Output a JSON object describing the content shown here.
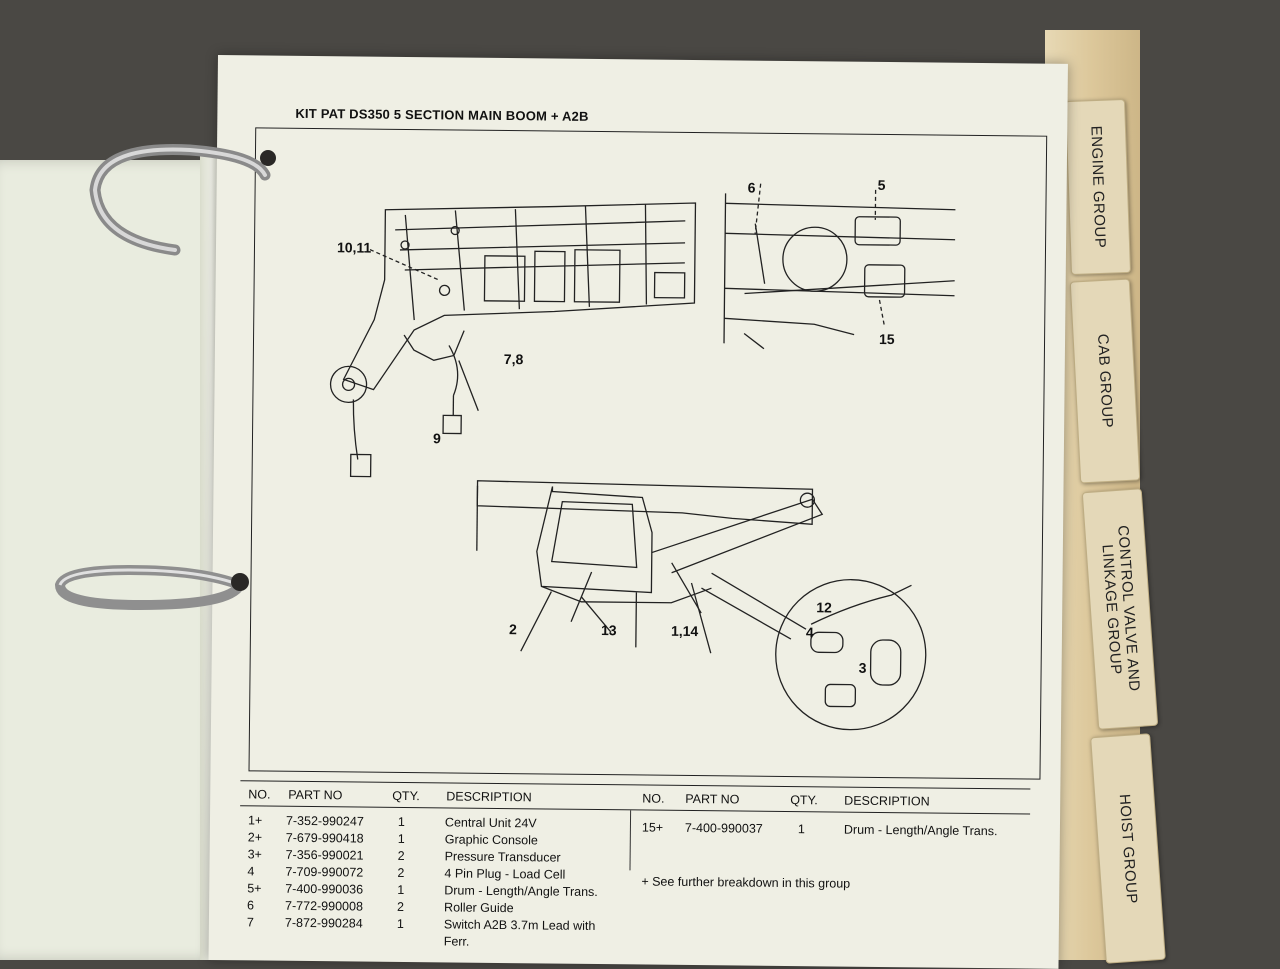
{
  "document": {
    "title": "KIT PAT DS350 5 SECTION MAIN BOOM + A2B",
    "callouts": [
      "10,11",
      "6",
      "5",
      "15",
      "7,8",
      "9",
      "2",
      "13",
      "1,14",
      "12",
      "4",
      "3"
    ]
  },
  "parts_table": {
    "headers": [
      "NO.",
      "PART NO",
      "QTY.",
      "DESCRIPTION"
    ],
    "left_rows": [
      {
        "no": "1+",
        "part": "7-352-990247",
        "qty": "1",
        "desc": "Central Unit 24V"
      },
      {
        "no": "2+",
        "part": "7-679-990418",
        "qty": "1",
        "desc": "Graphic Console"
      },
      {
        "no": "3+",
        "part": "7-356-990021",
        "qty": "2",
        "desc": "Pressure Transducer"
      },
      {
        "no": "4",
        "part": "7-709-990072",
        "qty": "2",
        "desc": "4 Pin Plug - Load Cell"
      },
      {
        "no": "5+",
        "part": "7-400-990036",
        "qty": "1",
        "desc": "Drum - Length/Angle Trans."
      },
      {
        "no": "6",
        "part": "7-772-990008",
        "qty": "2",
        "desc": "Roller Guide"
      },
      {
        "no": "7",
        "part": "7-872-990284",
        "qty": "1",
        "desc": "Switch A2B 3.7m Lead with"
      }
    ],
    "left_row_continuation": "Ferr.",
    "right_rows": [
      {
        "no": "15+",
        "part": "7-400-990037",
        "qty": "1",
        "desc": "Drum - Length/Angle Trans."
      }
    ],
    "note": "+  See further breakdown in this group"
  },
  "tabs": [
    {
      "label": "ENGINE GROUP"
    },
    {
      "label": "CAB GROUP"
    },
    {
      "label": "CONTROL VALVE AND",
      "label2": "LINKAGE GROUP"
    },
    {
      "label": "HOIST GROUP"
    }
  ]
}
